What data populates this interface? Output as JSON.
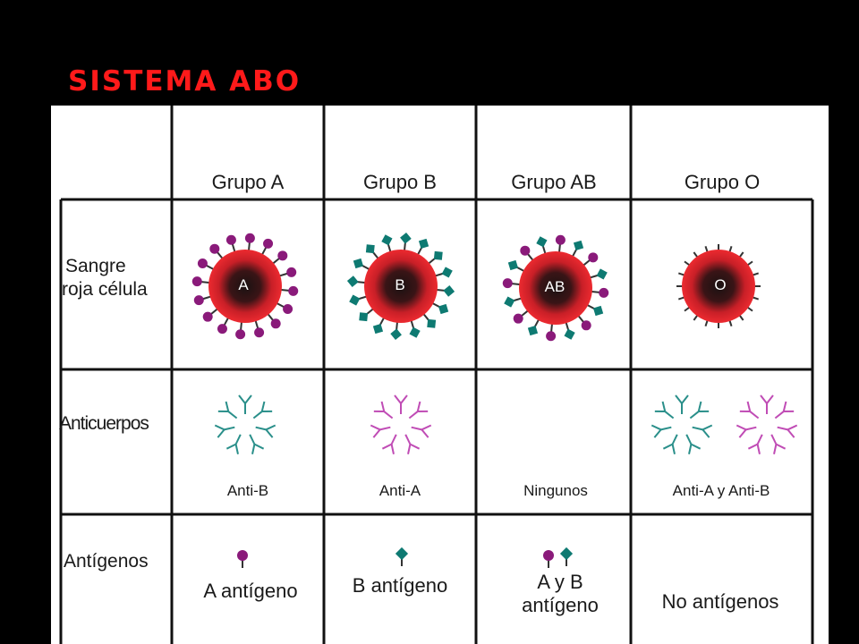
{
  "title": "SISTEMA ABO",
  "columns": [
    "Grupo A",
    "Grupo B",
    "Grupo AB",
    "Grupo O"
  ],
  "rows": {
    "cell": [
      "Sangre",
      "roja célula"
    ],
    "antibodies": "Anticuerpos",
    "antigens": "Antígenos"
  },
  "cells": [
    "A",
    "B",
    "AB",
    "O"
  ],
  "antibodies": [
    "Anti-B",
    "Anti-A",
    "Ningunos",
    "Anti-A y Anti-B"
  ],
  "antigens": [
    "A antígeno",
    "B antígeno",
    [
      "A y B",
      "antígeno"
    ],
    "No antígenos"
  ],
  "colors": {
    "title": "#ff1a1a",
    "cell_red": "#e8232a",
    "antigen_a": "#8a1a7a",
    "antigen_b": "#0e7a72",
    "antibody_anti_b": "#2a8f8a",
    "antibody_anti_a": "#c04cb5"
  }
}
